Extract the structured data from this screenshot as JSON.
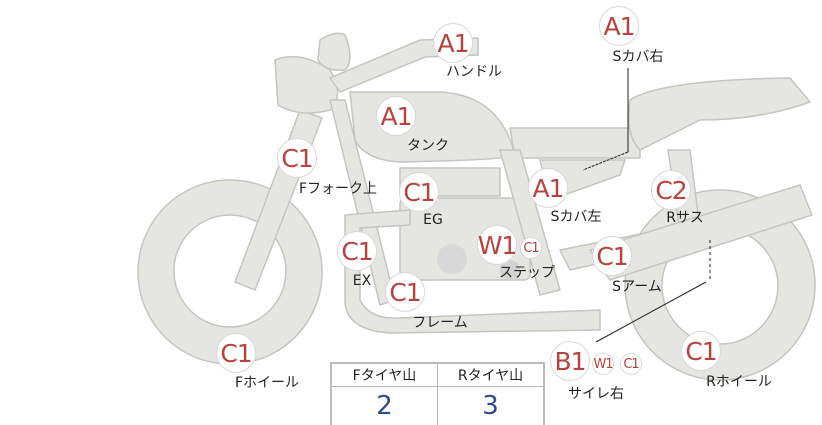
{
  "parts": [
    {
      "grade": "A1",
      "label": "ハンドル"
    },
    {
      "grade": "A1",
      "label": "Sカバ右"
    },
    {
      "grade": "A1",
      "label": "タンク"
    },
    {
      "grade": "C1",
      "label": "Fフォーク上"
    },
    {
      "grade": "C1",
      "label": "EG"
    },
    {
      "grade": "A1",
      "label": "Sカバ左"
    },
    {
      "grade": "C2",
      "label": "Rサス"
    },
    {
      "grade": "W1",
      "grade2": "C1",
      "label": "ステップ"
    },
    {
      "grade": "C1",
      "label": "EX"
    },
    {
      "grade": "C1",
      "label": "Sアーム"
    },
    {
      "grade": "C1",
      "label": "フレーム"
    },
    {
      "grade": "B1",
      "grade2": "W1",
      "grade3": "C1",
      "label": "サイレ右"
    },
    {
      "grade": "C1",
      "label": "Fホイール"
    },
    {
      "grade": "C1",
      "label": "Rホイール"
    }
  ],
  "tire_table": {
    "headers": [
      "Fタイヤ山",
      "Rタイヤ山"
    ],
    "values": [
      "2",
      "3"
    ]
  }
}
